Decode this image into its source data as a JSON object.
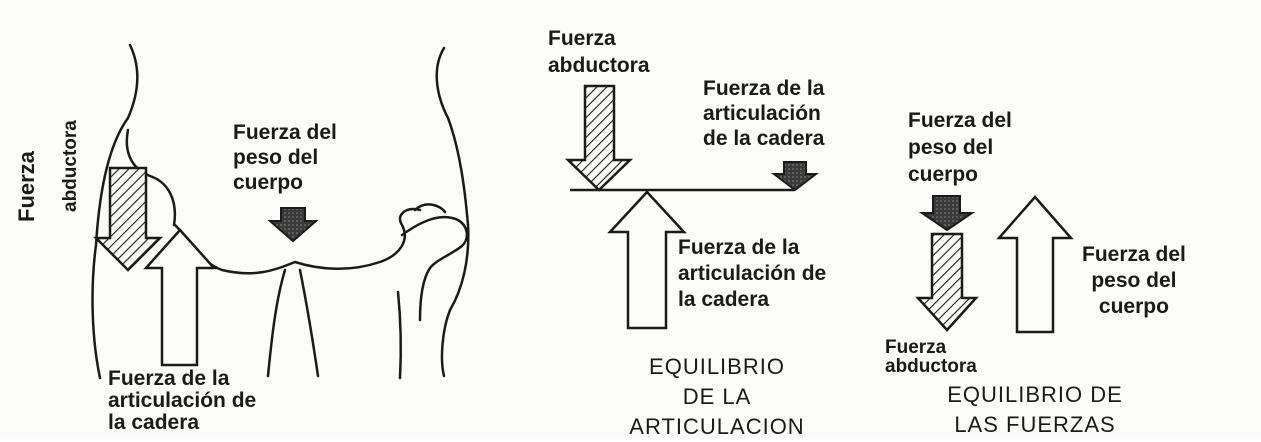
{
  "figure": {
    "left": {
      "abductor_label": [
        "Fuerza",
        "abductora"
      ],
      "weight_label": "Fuerza del\npeso del\ncuerpo",
      "joint_label": "Fuerza de la\narticulación de\nla cadera"
    },
    "lever": {
      "abductor_label": "Fuerza\nabductora",
      "joint_top_label": "Fuerza de la\narticulación\nde la cadera",
      "joint_bottom_label": "Fuerza de la\narticulación de\nla cadera",
      "caption": "EQUILIBRIO\nDE LA\nARTICULACION"
    },
    "forces": {
      "weight_top_label": "Fuerza del\npeso del\ncuerpo",
      "weight_right_label": "Fuerza del\npeso del\ncuerpo",
      "abductor_label": "Fuerza\nabductora",
      "caption": "EQUILIBRIO DE\nLAS FUERZAS"
    }
  },
  "colors": {
    "ink": "#1a1a1a",
    "paper": "#fbfbf9",
    "dark_fill": "#3a3a3a"
  }
}
